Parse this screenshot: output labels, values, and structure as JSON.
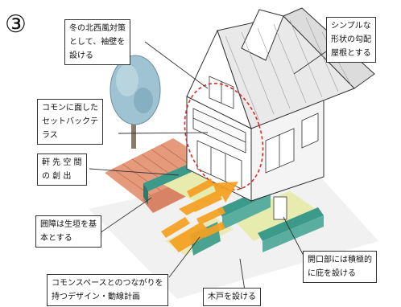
{
  "figure_number": "③",
  "annotations": {
    "north_west": [
      "冬の北西風対策",
      "として、袖壁を",
      "設ける"
    ],
    "roof": [
      "シンプルな",
      "形状の勾配",
      "屋根とする"
    ],
    "terrace": [
      "コモンに面した",
      "セットバックテ",
      "ラス"
    ],
    "eaves": [
      "軒 先 空 間",
      "の 創 出"
    ],
    "hedge": [
      "囲障は生垣を基",
      "本とする"
    ],
    "opening": [
      "開口部には積極的",
      "に庇を設ける"
    ],
    "common_space": [
      "コモンスペースとのつながりを",
      "持つデザイン・動線計画"
    ],
    "wooden_door": [
      "木戸を設ける"
    ]
  },
  "colors": {
    "arrow": "#f5a020",
    "deck": "#e59a7c",
    "lawn": "#e7ecae",
    "hedge": "#3c9a8a",
    "tree": "#9fc3d2",
    "highlight": "#dd2b2b"
  }
}
